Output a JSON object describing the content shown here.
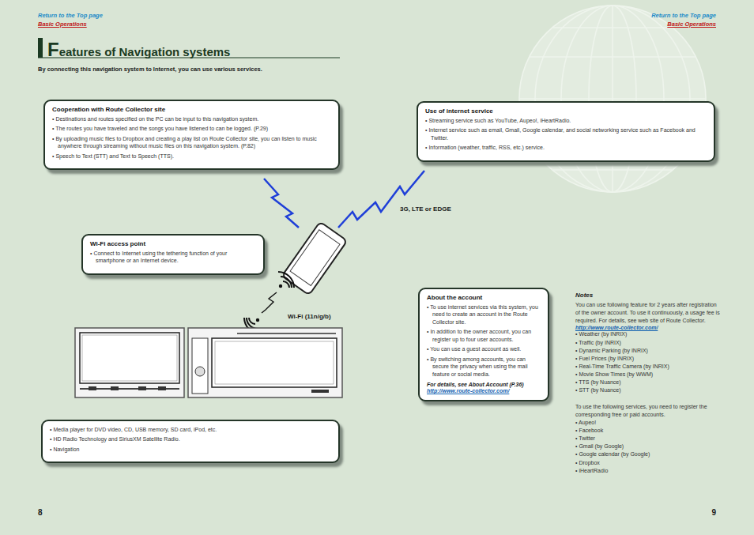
{
  "diagram": {
    "title": "Features of Navigation systems",
    "nodes": [
      {
        "text": [
          "Cooperation with Route Collector site",
          "• Destinations and routes specified on the PC can be input to this navigation system.",
          "• The routes you have traveled and the songs you have listened to can be logged. (P.29)",
          "• By uploading music files to Dropbox and creating a play list on Route Collector site, you can listen to music anywhere through streaming without music files on this navigation system. (P.82)",
          "• Speech to Text (STT) and Text to Speech (TTS)."
        ]
      },
      {
        "text": [
          "Use of internet service",
          "• Streaming service such as YouTube, Aupeo!, iHeartRadio.",
          "• Internet service such as email, Gmail, Google calendar, and social networking service such as Facebook and Twitter.",
          "• Information (weather, traffic, RSS, etc.) service."
        ]
      },
      {
        "text": [
          "Wi-Fi access point",
          "• Connect to Internet using the tethering function of your smartphone or an Internet device."
        ]
      },
      {
        "text": [
          "• Media player for DVD video, CD, USB memory, SD card, iPod, etc.",
          "• HD Radio Technology and SiriusXM Satellite Radio.",
          "• Navigation"
        ]
      },
      {
        "text": [
          "About the account",
          "• To use internet services via this system, you need to create an account in the Route Collector site.",
          "• In addition to the owner account, you can register up to four user accounts.",
          "• You can use a guest account as well.",
          "• By switching among accounts, you can secure the privacy when using the mail feature or social media.",
          "For details, see About Account (P.36)",
          "http://www.route-collector.com/"
        ]
      }
    ],
    "labels": [
      "Return to the Top page",
      "Basic Operations",
      "Return to the Top page",
      "Basic Operations",
      "By connecting this navigation system to Internet, you can use various services.",
      "3G, LTE or EDGE",
      "Wi-Fi (11n/g/b)",
      "Notes",
      "You can use following feature for 2 years after registration of the owner account. To use it continuously, a usage fee is required. For details, see web site of Route Collector.",
      "http://www.route-collector.com/",
      "• Weather (by INRIX)",
      "• Traffic (by INRIX)",
      "• Dynamic Parking (by INRIX)",
      "• Fuel Prices (by INRIX)",
      "• Real-Time Traffic Camera (by INRIX)",
      "• Movie Show Times (by WWM)",
      "• TTS (by Nuance)",
      "• STT (by Nuance)",
      "To use the following services, you need to register the corresponding free or paid accounts.",
      "• Aupeo!",
      "• Facebook",
      "• Twitter",
      "• Gmail (by Google)",
      "• Google calendar (by Google)",
      "• Dropbox",
      "• iHeartRadio",
      "8",
      "9"
    ]
  }
}
